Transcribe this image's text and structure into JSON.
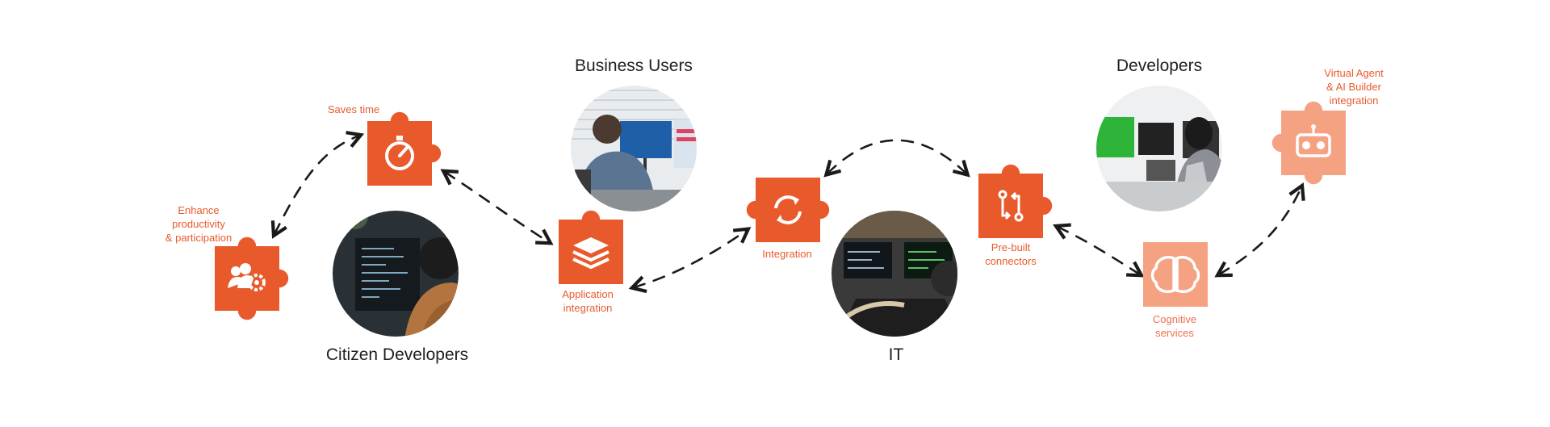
{
  "colors": {
    "accent": "#e85a2c",
    "accent_light": "#f5a283",
    "photo_bg": "#2a3136"
  },
  "headings": {
    "business_users": "Business Users",
    "developers": "Developers",
    "citizen_developers": "Citizen Developers",
    "it": "IT"
  },
  "pieces": {
    "saves_time": {
      "lines": [
        "Saves time"
      ],
      "icon": "stopwatch-icon"
    },
    "enhance": {
      "lines": [
        "Enhance",
        "productivity",
        "& participation"
      ],
      "icon": "people-gear-icon"
    },
    "application_integration": {
      "lines": [
        "Application",
        "integration"
      ],
      "icon": "layers-icon"
    },
    "integration": {
      "lines": [
        "Integration"
      ],
      "icon": "sync-icon"
    },
    "prebuilt_connectors": {
      "lines": [
        "Pre-built",
        "connectors"
      ],
      "icon": "connector-icon"
    },
    "cognitive_services": {
      "lines": [
        "Cognitive",
        "services"
      ],
      "icon": "brain-icon"
    },
    "virtual_agent": {
      "lines": [
        "Virtual Agent",
        "& AI Builder",
        "integration"
      ],
      "icon": "robot-icon"
    }
  },
  "photos": [
    {
      "name": "business-users-photo",
      "subject": "person at desk with monitors"
    },
    {
      "name": "citizen-developers-photo",
      "subject": "person coding at monitor"
    },
    {
      "name": "it-photo",
      "subject": "person working at laptop"
    },
    {
      "name": "developers-photo",
      "subject": "person at workstation"
    }
  ]
}
